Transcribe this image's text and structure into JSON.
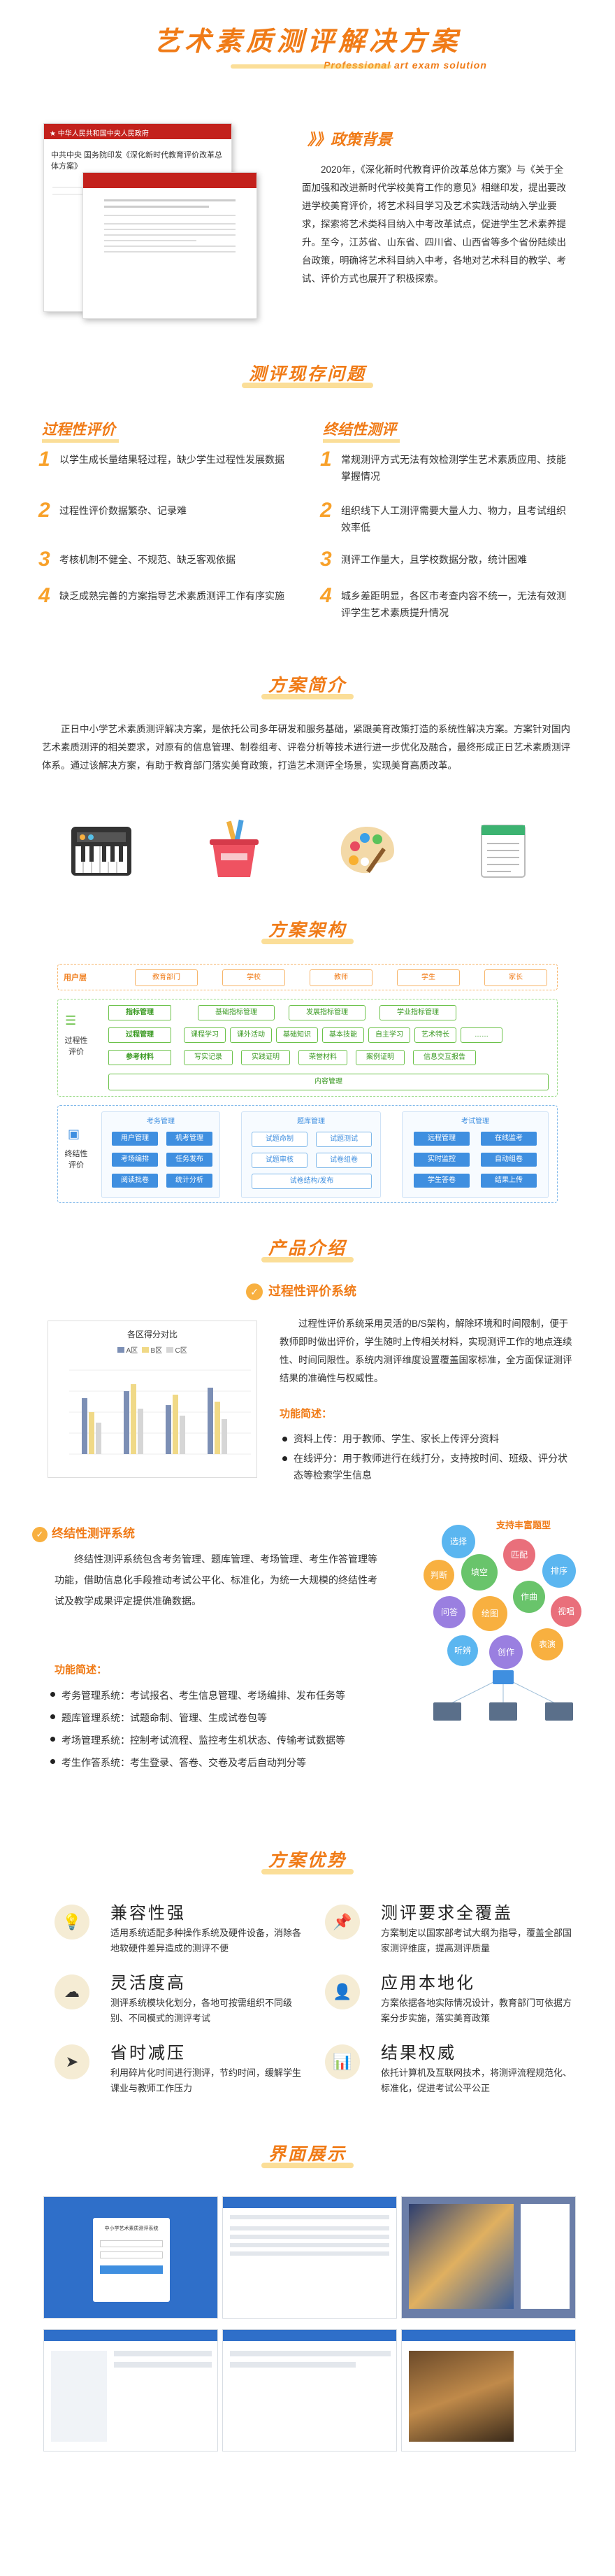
{
  "header": {
    "title": "艺术素质测评解决方案",
    "subtitle": "Professional art exam solution"
  },
  "policy": {
    "heading": "》》政策背景",
    "text": "2020年，《深化新时代教育评价改革总体方案》与《关于全面加强和改进新时代学校美育工作的意见》相继印发，提出要改进学校美育评价，将艺术科目学习及艺术实践活动纳入学业要求，探索将艺术类科目纳入中考改革试点，促进学生艺术素养提升。至今，江苏省、山东省、四川省、山西省等多个省份陆续出台政策，明确将艺术科目纳入中考，各地对艺术科目的教学、考试、评价方式也展开了积极探索。",
    "doc_caption": "中共中央 国务院印发《深化新时代教育评价改革总体方案》"
  },
  "problems": {
    "title": "测评现存问题",
    "left_heading": "过程性评价",
    "right_heading": "终结性测评",
    "left": [
      {
        "n": "1",
        "text": "以学生成长量结果轻过程，缺少学生过程性发展数据"
      },
      {
        "n": "2",
        "text": "过程性评价数据繁杂、记录难"
      },
      {
        "n": "3",
        "text": "考核机制不健全、不规范、缺乏客观依据"
      },
      {
        "n": "4",
        "text": "缺乏成熟完善的方案指导艺术素质测评工作有序实施"
      }
    ],
    "right": [
      {
        "n": "1",
        "text": "常规测评方式无法有效检测学生艺术素质应用、技能掌握情况"
      },
      {
        "n": "2",
        "text": "组织线下人工测评需要大量人力、物力，且考试组织效率低"
      },
      {
        "n": "3",
        "text": "测评工作量大，且学校数据分散，统计困难"
      },
      {
        "n": "4",
        "text": "城乡差距明显，各区市考查内容不统一，无法有效测评学生艺术素质提升情况"
      }
    ]
  },
  "intro": {
    "title": "方案简介",
    "text": "正日中小学艺术素质测评解决方案，是依托公司多年研发和服务基础，紧跟美育改策打造的系统性解决方案。方案针对国内艺术素质测评的相关要求，对原有的信息管理、制卷组考、评卷分析等技术进行进一步优化及融合，最终形成正日艺术素质测评体系。通过该解决方案，有助于教育部门落实美育政策，打造艺术测评全场景，实现美育高质改革。",
    "icons": [
      "piano-keyboard-icon",
      "paint-bucket-icon",
      "palette-icon",
      "notebook-icon"
    ]
  },
  "arch": {
    "title": "方案架构",
    "users_label": "用户层",
    "users": [
      "教育部门",
      "学校",
      "教师",
      "学生",
      "家长"
    ],
    "process_label": "过程性评价",
    "process_rows": [
      {
        "head": "指标管理",
        "items": [
          "基础指标管理",
          "发展指标管理",
          "学业指标管理"
        ]
      },
      {
        "head": "过程管理",
        "items": [
          "课程学习",
          "课外活动",
          "基础知识",
          "基本技能",
          "自主学习",
          "艺术特长",
          "……"
        ]
      },
      {
        "head": "参考材料",
        "items": [
          "写实记录",
          "实践证明",
          "荣誉材料",
          "案例证明",
          "信息交互报告"
        ]
      }
    ],
    "content_label": "内容管理",
    "final_label": "终结性评价",
    "exam_group": {
      "title": "考务管理",
      "items": [
        "用户管理",
        "机考管理",
        "考场编排",
        "任务发布",
        "阅读批卷",
        "统计分析"
      ]
    },
    "bank_group": {
      "title": "题库管理",
      "items": [
        "试题命制",
        "试题测试",
        "试题审核",
        "试卷组卷",
        "试卷结构/发布"
      ]
    },
    "test_group": {
      "title": "考试管理",
      "items": [
        "远程管理",
        "在线监考",
        "实时监控",
        "自动组卷",
        "学生答卷",
        "结果上传"
      ]
    }
  },
  "product": {
    "title": "产品介绍",
    "sys1_title": "过程性评价系统",
    "sys1_text": "过程性评价系统采用灵活的B/S架构，解除环境和时间限制，便于教师即时做出评价，学生随时上传相关材料，实现测评工作的地点连续性、时间同限性。系统内测评维度设置覆盖国家标准，全方面保证测评结果的准确性与权威性。",
    "sys1_func": "功能简述：",
    "sys1_bullets": [
      "资料上传：用于教师、学生、家长上传评分资料",
      "在线评分：用于教师进行在线打分，支持按时间、班级、评分状态等检索学生信息"
    ],
    "chart_title": "各区得分对比",
    "chart_legend": [
      "A区",
      "B区",
      "C区"
    ],
    "sys2_title": "终结性测评系统",
    "sys2_text": "终结性测评系统包含考务管理、题库管理、考场管理、考生作答管理等功能，借助信息化手段推动考试公平化、标准化，为统一大规模的终结性考试及教学成果评定提供准确数据。",
    "sys2_func": "功能简述：",
    "sys2_bullets": [
      "考务管理系统：考试报名、考生信息管理、考场编排、发布任务等",
      "题库管理系统：试题命制、管理、生成试卷包等",
      "考场管理系统：控制考试流程、监控考生机状态、传输考试数据等",
      "考生作答系统：考生登录、答卷、交卷及考后自动判分等"
    ],
    "cluster_title": "支持丰富题型",
    "cluster_items": [
      "选择",
      "判断",
      "填空",
      "匹配",
      "排序",
      "问答",
      "绘图",
      "作曲",
      "视唱",
      "听辨",
      "创作",
      "表演"
    ]
  },
  "advantages": {
    "title": "方案优势",
    "items": [
      {
        "icon": "bulb-icon",
        "t": "兼容性强",
        "d": "适用系统适配多种操作系统及硬件设备，消除各地软硬件差异造成的测评不便"
      },
      {
        "icon": "pin-icon",
        "t": "测评要求全覆盖",
        "d": "方案制定以国家部考试大纲为指导，覆盖全部国家测评维度，提高测评质量"
      },
      {
        "icon": "cloud-icon",
        "t": "灵活度高",
        "d": "测评系统模块化划分，各地可按需组织不同级别、不同模式的测评考试"
      },
      {
        "icon": "person-icon",
        "t": "应用本地化",
        "d": "方案依据各地实际情况设计，教育部门可依据方案分步实施，落实美育政策"
      },
      {
        "icon": "send-icon",
        "t": "省时减压",
        "d": "利用碎片化时间进行测评，节约时间，缓解学生课业与教师工作压力"
      },
      {
        "icon": "chart-icon",
        "t": "结果权威",
        "d": "依托计算机及互联网技术，将测评流程规范化、标准化，促进考试公平公正"
      }
    ]
  },
  "screens": {
    "title": "界面展示",
    "shot_title": "中小学艺术素质测评系统"
  }
}
